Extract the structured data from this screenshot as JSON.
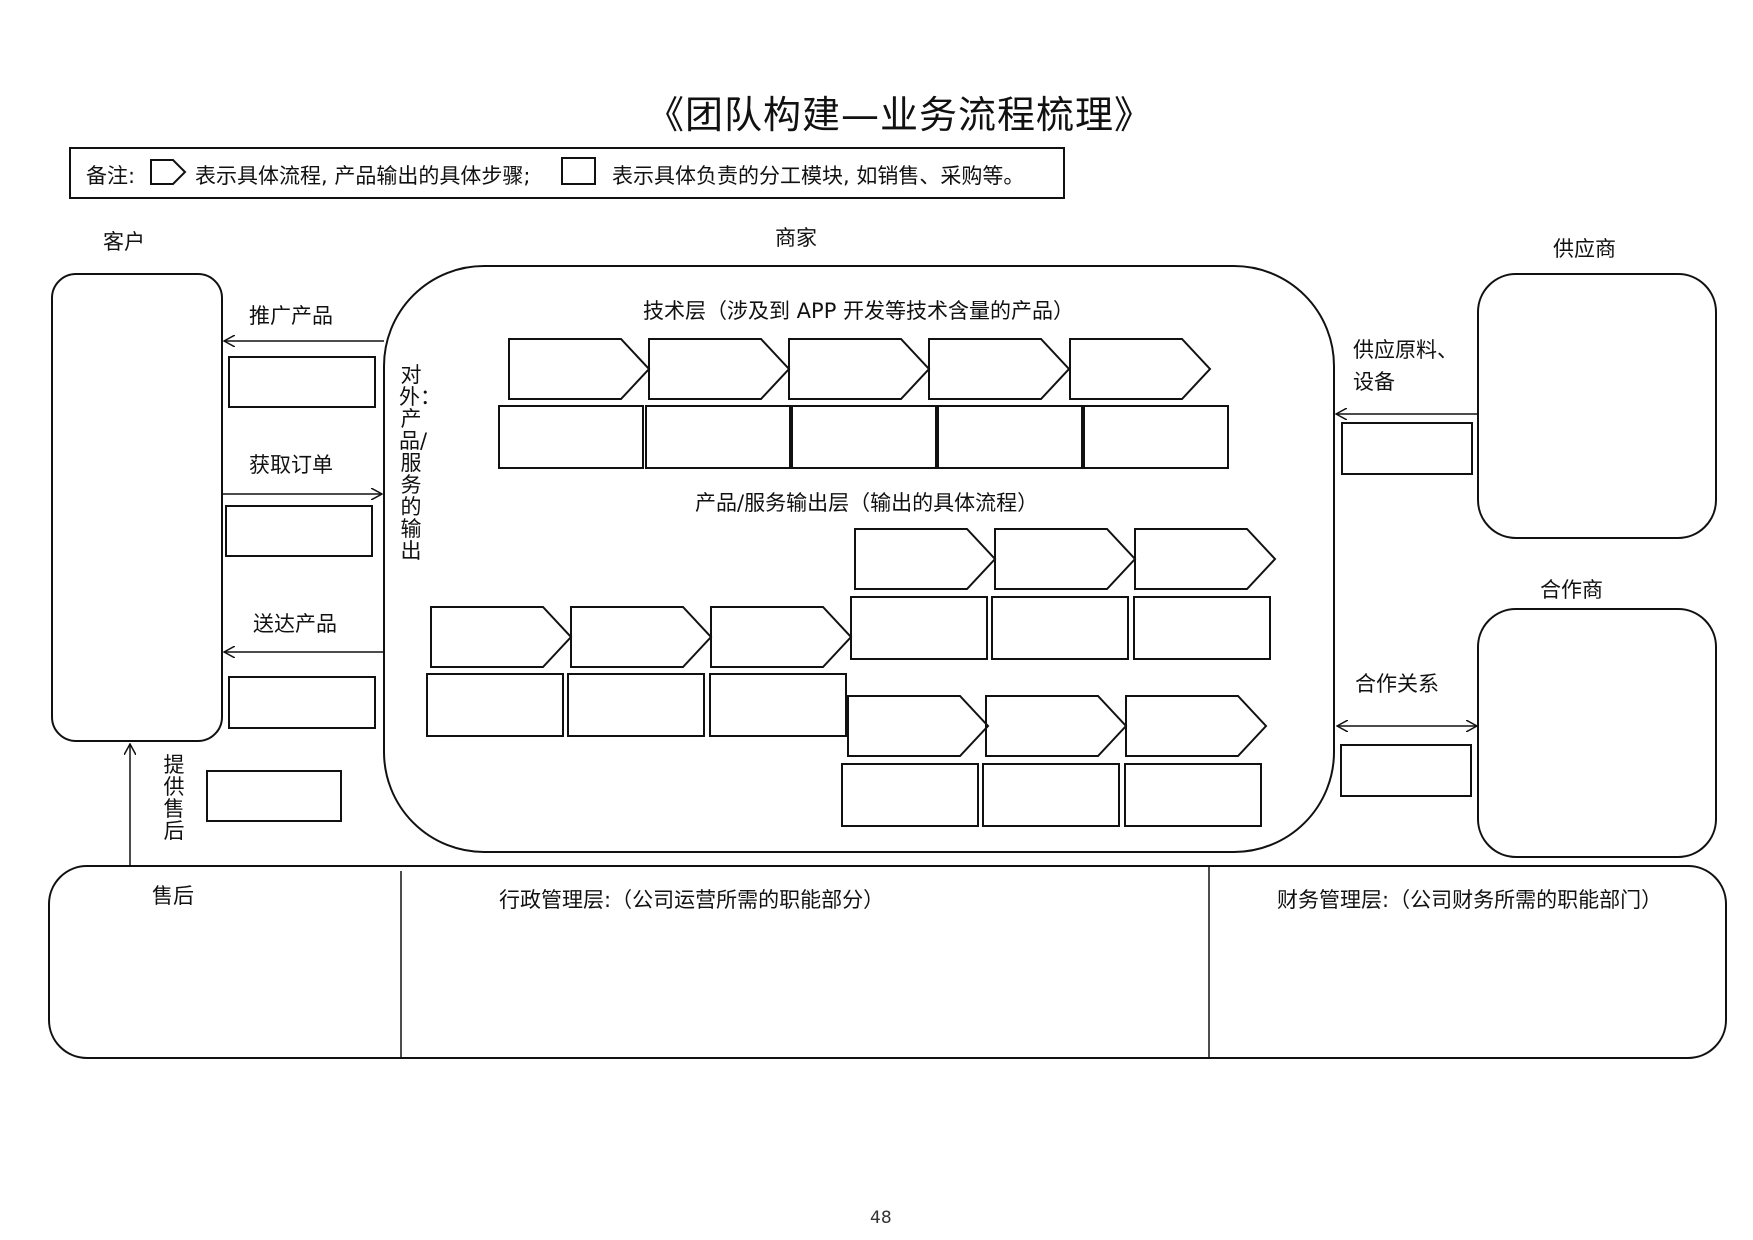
{
  "title": "《团队构建—业务流程梳理》",
  "legend": {
    "prefix": "备注:",
    "process_text": "表示具体流程, 产品输出的具体步骤;",
    "module_text": "表示具体负责的分工模块, 如销售、采购等。"
  },
  "actors": {
    "customer": "客户",
    "merchant": "商家",
    "supplier": "供应商",
    "partner": "合作商"
  },
  "flows": {
    "promote": "推广产品",
    "order": "获取订单",
    "deliver": "送达产品",
    "after_sales_support": "提供售后",
    "supply": "供应原料、设备",
    "cooperation": "合作关系"
  },
  "merchant_sections": {
    "external_output": "对外：产品/服务的输出",
    "tech_layer": "技术层（涉及到 APP 开发等技术含量的产品）",
    "service_layer": "产品/服务输出层（输出的具体流程）"
  },
  "bottom": {
    "after_sales": "售后",
    "admin": "行政管理层:（公司运营所需的职能部分）",
    "finance": "财务管理层:（公司财务所需的职能部门）"
  },
  "page_number": "48"
}
